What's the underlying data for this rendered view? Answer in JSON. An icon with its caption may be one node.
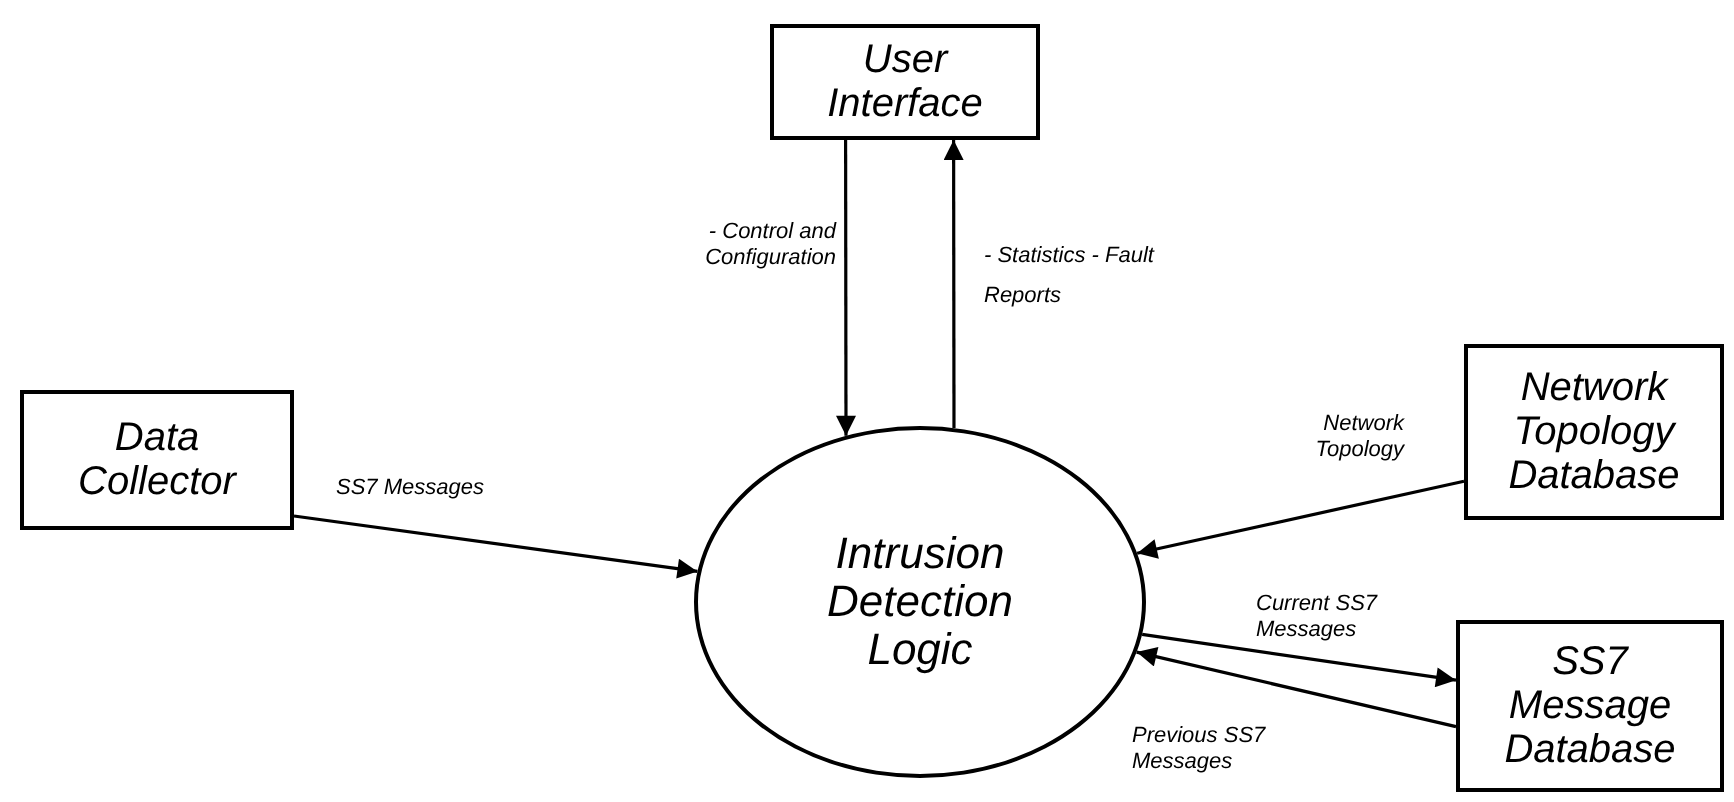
{
  "diagram": {
    "nodes": [
      {
        "text": [
          "User Interface"
        ]
      },
      {
        "text": [
          "Data Collector"
        ]
      },
      {
        "text": [
          "Intrusion Detection Logic"
        ]
      },
      {
        "text": [
          "Network Topology Database"
        ]
      },
      {
        "text": [
          "SS7 Message Database"
        ]
      }
    ],
    "edges": [
      {
        "from": 0,
        "to": 2,
        "arrow": "to",
        "label": "- Control and Configuration"
      },
      {
        "from": 2,
        "to": 0,
        "arrow": "to",
        "label": "- Statistics - Fault Reports"
      },
      {
        "from": 1,
        "to": 2,
        "arrow": "to",
        "label": "SS7 Messages"
      },
      {
        "from": 3,
        "to": 2,
        "arrow": "to",
        "label": "Network Topology"
      },
      {
        "from": 2,
        "to": 4,
        "arrow": "to",
        "label": "Current SS7 Messages"
      },
      {
        "from": 4,
        "to": 2,
        "arrow": "to",
        "label": "Previous SS7 Messages"
      }
    ]
  }
}
